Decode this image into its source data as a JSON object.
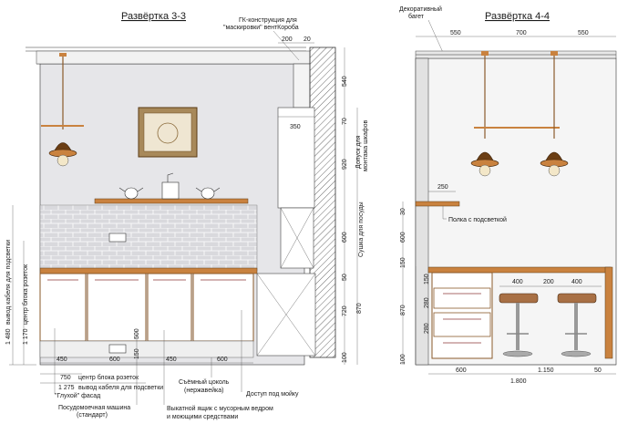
{
  "titles": {
    "elev33": "Развёртка 3-3",
    "elev44": "Развёртка 4-4"
  },
  "notes": {
    "gk": "ГК-конструкция для",
    "gk2": "\"маскировки\" вентКороба",
    "decor": "Декоративный",
    "decor2": "багет",
    "dopusk": "Допуск для",
    "dopusk2": "монтажа шкафов",
    "sushka": "Сушка для посуды",
    "polka": "Полка с подсветкой",
    "vyvod_v": "вывод кабеля для подсветки",
    "centr_v": "центр блока розеток",
    "centr_h": "центр блока розеток",
    "vyvod_h": "вывод кабеля для подсветки",
    "gluhoy": "\"Глухой\" фасад",
    "posud": "Посудомоечная машина",
    "posud2": "(стандарт)",
    "cokol": "Съёмный цоколь",
    "cokol2": "(нержавейка)",
    "dostup": "Доступ под мойку",
    "vykat": "Выкатной ящик с мусорным ведром",
    "vykat2": "и моющими средствами"
  },
  "dims33": {
    "top_200": "200",
    "top_20": "20",
    "v_540": "540",
    "v_70": "70",
    "v_920": "920",
    "v_600": "600",
    "v_50": "50",
    "v_720": "720",
    "v_870": "870",
    "v_100": "100",
    "w_350": "350",
    "h_1480": "1 480",
    "h_1170": "1 170",
    "b_450a": "450",
    "b_600a": "600",
    "b_450b": "450",
    "b_600b": "600",
    "b_750": "750",
    "b_1275": "1 275",
    "i_500": "500",
    "i_150": "150"
  },
  "dims44": {
    "t_550a": "550",
    "t_700": "700",
    "t_550b": "550",
    "s_250": "250",
    "v_30": "30",
    "v_600": "600",
    "v_150": "150",
    "v_870": "870",
    "v_100": "100",
    "i_150": "150",
    "i_280a": "280",
    "i_280b": "280",
    "st_400a": "400",
    "st_200": "200",
    "st_400b": "400",
    "b_600": "600",
    "b_1150": "1.150",
    "b_50": "50",
    "b_1800": "1.800"
  }
}
